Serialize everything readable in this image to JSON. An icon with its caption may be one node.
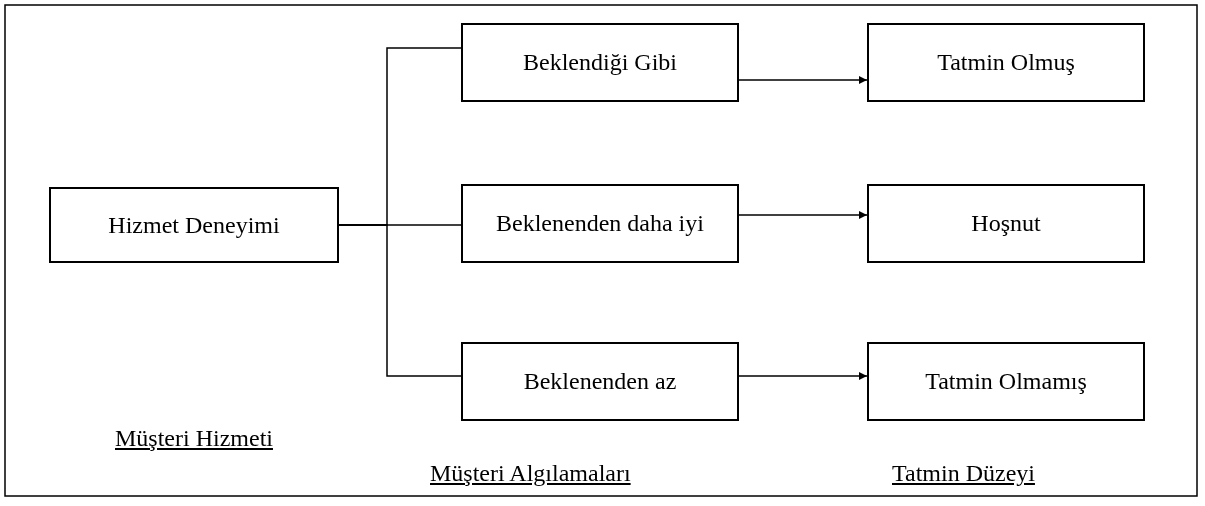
{
  "diagram": {
    "nodes": [
      {
        "text": [
          "Hizmet Deneyimi"
        ]
      },
      {
        "text": [
          "Beklendiği Gibi"
        ]
      },
      {
        "text": [
          "Beklenenden daha iyi"
        ]
      },
      {
        "text": [
          "Beklenenden az"
        ]
      },
      {
        "text": [
          "Tatmin Olmuş"
        ]
      },
      {
        "text": [
          "Hoşnut"
        ]
      },
      {
        "text": [
          "Tatmin Olmamış"
        ]
      }
    ],
    "edges": [
      {
        "from": 0,
        "to": 1,
        "arrow": "none"
      },
      {
        "from": 0,
        "to": 2,
        "arrow": "none"
      },
      {
        "from": 0,
        "to": 3,
        "arrow": "none"
      },
      {
        "from": 1,
        "to": 4,
        "arrow": "to"
      },
      {
        "from": 2,
        "to": 5,
        "arrow": "to"
      },
      {
        "from": 3,
        "to": 6,
        "arrow": "to"
      }
    ],
    "labels": [
      "Müşteri Hizmeti",
      "Müşteri Algılamaları",
      "Tatmin Düzeyi"
    ]
  }
}
